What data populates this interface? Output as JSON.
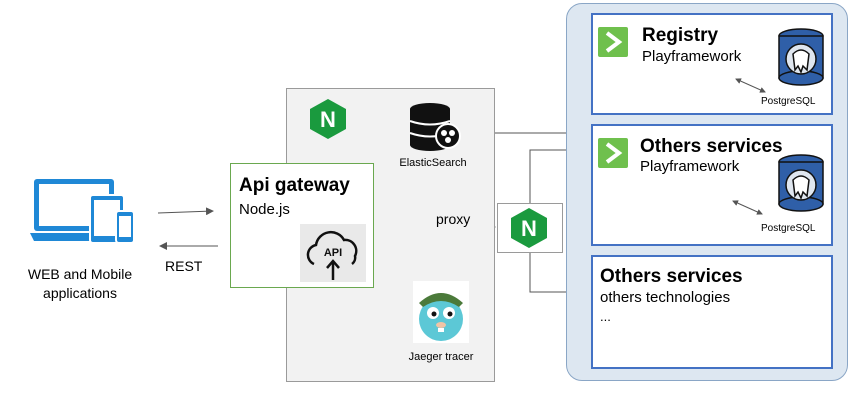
{
  "client": {
    "label_line1": "WEB and Mobile",
    "label_line2": "applications",
    "rest_label": "REST"
  },
  "gateway": {
    "title": "Api gateway",
    "subtitle": "Node.js",
    "api_icon_text": "API",
    "proxy_label": "proxy"
  },
  "elasticsearch": {
    "label": "ElasticSearch"
  },
  "jaeger": {
    "label": "Jaeger tracer"
  },
  "nginx": {
    "letter": "N"
  },
  "services": [
    {
      "title": "Registry",
      "subtitle": "Playframework",
      "db_label": "PostgreSQL"
    },
    {
      "title": "Others services",
      "subtitle": "Playframework",
      "db_label": "PostgreSQL"
    },
    {
      "title": "Others services",
      "subtitle": "others technologies",
      "extra": "..."
    }
  ],
  "colors": {
    "nginx_green": "#1a9a3e",
    "play_green": "#6fc04d",
    "service_border": "#4472c4",
    "services_bg": "#dde7f1",
    "device_blue": "#1f88d6"
  }
}
